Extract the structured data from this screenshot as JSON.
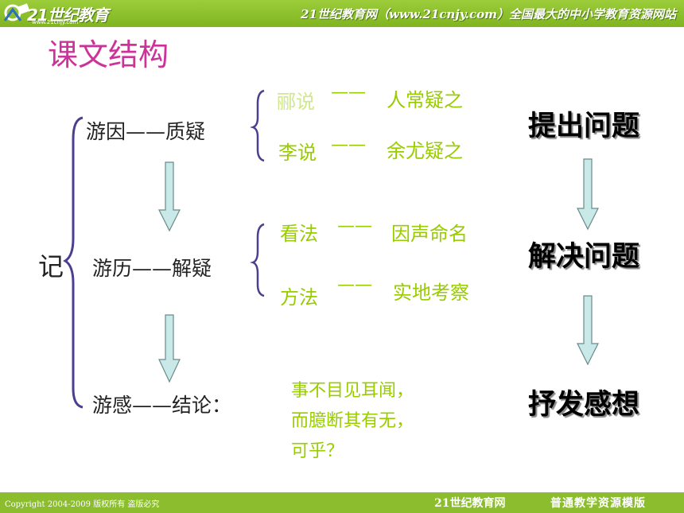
{
  "header": {
    "logo_text": "21世纪教育",
    "logo_url": "www.21cnjy.com",
    "slogan": "21世纪教育网（www.21cnjy.com）全国最大的中小学教育资源网站"
  },
  "title": "课文结构",
  "root": "记",
  "sections": [
    {
      "node": "游因——质疑",
      "details": [
        {
          "label": "郦说",
          "dash": "——",
          "text": "人常疑之"
        },
        {
          "label": "李说",
          "dash": "——",
          "text": "余尤疑之"
        }
      ],
      "stage": "提出问题"
    },
    {
      "node": "游历——解疑",
      "details": [
        {
          "label": "看法",
          "dash": "——",
          "text": "因声命名"
        },
        {
          "label": "方法",
          "dash": "——",
          "text": "实地考察"
        }
      ],
      "stage": "解决问题"
    },
    {
      "node": "游感——结论：",
      "conclusion": [
        "事不目见耳闻，",
        "而臆断其有无，",
        "可乎？"
      ],
      "stage": "抒发感想"
    }
  ],
  "footer": {
    "copyright": "Copyright 2004-2009 版权所有 盗版必究",
    "site": "21世纪教育网",
    "template": "普通教学资源模版"
  },
  "colors": {
    "bar": "#8bbd2e",
    "title": "#cc3399",
    "detail": "#99cc00",
    "brace": "#4b3f8f",
    "arrow": "#a8d8d8"
  }
}
